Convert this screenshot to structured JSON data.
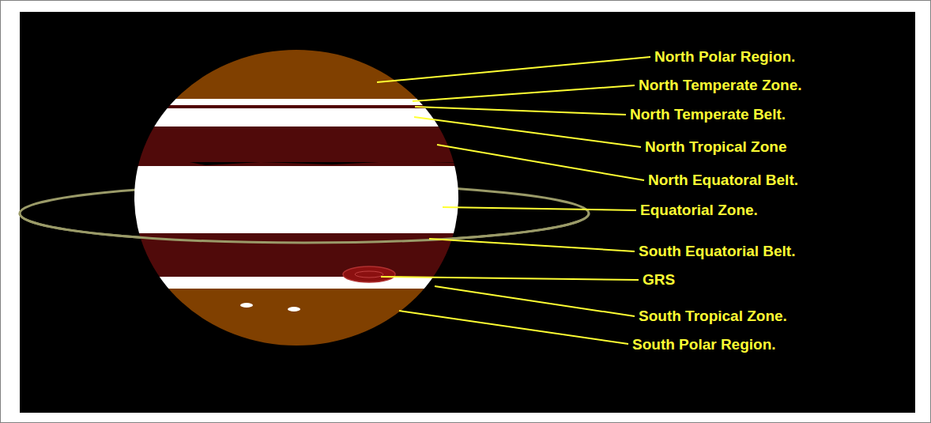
{
  "diagram": {
    "labels": [
      "North Polar Region.",
      "North Temperate Zone.",
      "North Temperate Belt.",
      "North Tropical Zone",
      "North Equatoral Belt.",
      "Equatorial Zone.",
      "South Equatorial Belt.",
      "GRS",
      "South Tropical Zone.",
      "South Polar Region."
    ]
  }
}
